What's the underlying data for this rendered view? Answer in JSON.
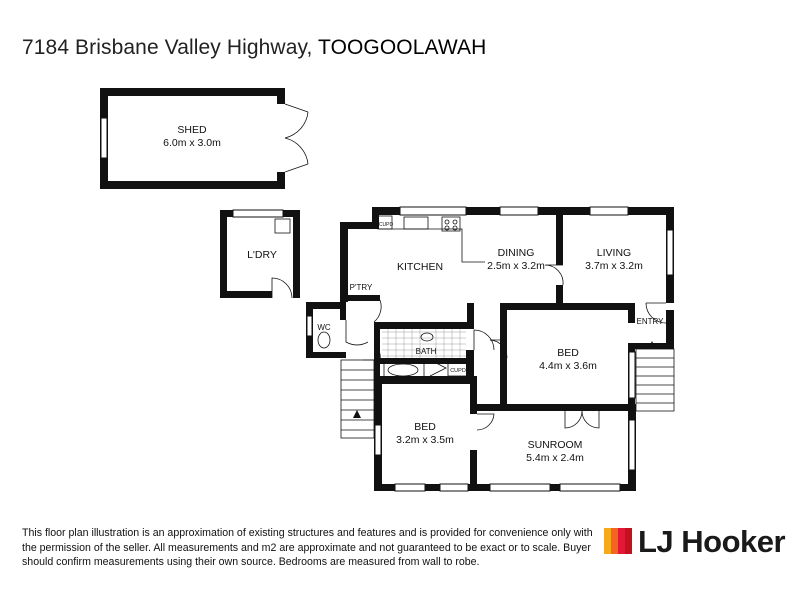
{
  "header": {
    "address": "7184 Brisbane Valley Highway,",
    "town": "TOOGOOLAWAH"
  },
  "rooms": {
    "shed": {
      "name": "SHED",
      "size": "6.0m x 3.0m"
    },
    "laundry": {
      "name": "L'DRY"
    },
    "kitchen": {
      "name": "KITCHEN"
    },
    "pantry": {
      "name": "P'TRY"
    },
    "cupboard_kitchen": {
      "name": "CUPD"
    },
    "dining": {
      "name": "DINING",
      "size": "2.5m x 3.2m"
    },
    "living": {
      "name": "LIVING",
      "size": "3.7m x 3.2m"
    },
    "entry": {
      "name": "ENTRY"
    },
    "wc": {
      "name": "WC"
    },
    "bath": {
      "name": "BATH"
    },
    "cupboard_bath": {
      "name": "CUPD"
    },
    "bed1": {
      "name": "BED",
      "size": "4.4m x 3.6m"
    },
    "bed2": {
      "name": "BED",
      "size": "3.2m x 3.5m"
    },
    "sunroom": {
      "name": "SUNROOM",
      "size": "5.4m x 2.4m"
    }
  },
  "disclaimer": "This floor plan illustration is an approximation of existing structures and features and is provided for convenience only with the permission of the seller. All measurements and m2 are approximate and not guaranteed to be exact or to scale. Buyer should confirm measurements using their own source. Bedrooms are measured from wall to robe.",
  "brand": {
    "name": "LJ Hooker",
    "colors": [
      "#f7a81b",
      "#f26522",
      "#e31837",
      "#c1121f"
    ]
  }
}
